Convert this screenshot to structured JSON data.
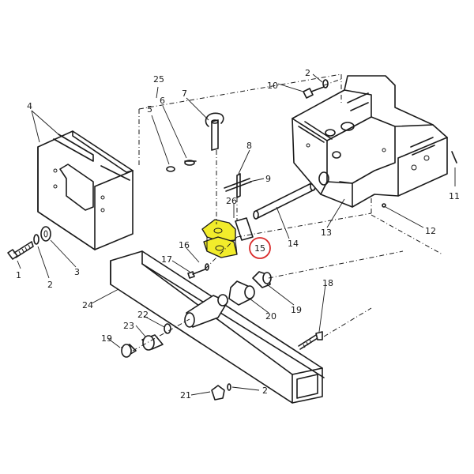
{
  "diagram": {
    "highlight_color": "#f2ec2b",
    "callout_color": "#d92b2b",
    "highlighted_part": "15",
    "labels": [
      {
        "id": "1",
        "text": "1"
      },
      {
        "id": "2a",
        "text": "2"
      },
      {
        "id": "2b",
        "text": "2"
      },
      {
        "id": "2c",
        "text": "2"
      },
      {
        "id": "3",
        "text": "3"
      },
      {
        "id": "4",
        "text": "4"
      },
      {
        "id": "5",
        "text": "5"
      },
      {
        "id": "6",
        "text": "6"
      },
      {
        "id": "7",
        "text": "7"
      },
      {
        "id": "8",
        "text": "8"
      },
      {
        "id": "9",
        "text": "9"
      },
      {
        "id": "10",
        "text": "10"
      },
      {
        "id": "11",
        "text": "11"
      },
      {
        "id": "12",
        "text": "12"
      },
      {
        "id": "13",
        "text": "13"
      },
      {
        "id": "14",
        "text": "14"
      },
      {
        "id": "15",
        "text": "15"
      },
      {
        "id": "16",
        "text": "16"
      },
      {
        "id": "17",
        "text": "17"
      },
      {
        "id": "18",
        "text": "18"
      },
      {
        "id": "19a",
        "text": "19"
      },
      {
        "id": "19b",
        "text": "19"
      },
      {
        "id": "20",
        "text": "20"
      },
      {
        "id": "21",
        "text": "21"
      },
      {
        "id": "22",
        "text": "22"
      },
      {
        "id": "23",
        "text": "23"
      },
      {
        "id": "24",
        "text": "24"
      },
      {
        "id": "25",
        "text": "25"
      },
      {
        "id": "26",
        "text": "26"
      }
    ]
  }
}
